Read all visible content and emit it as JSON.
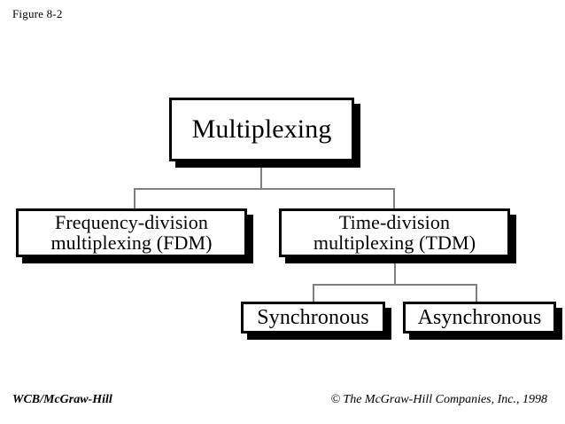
{
  "figure": {
    "label": "Figure 8-2"
  },
  "diagram": {
    "type": "hierarchy-tree",
    "nodes": {
      "root": "Multiplexing",
      "fdm": "Frequency-division\nmultiplexing (FDM)",
      "tdm": "Time-division\nmultiplexing (TDM)",
      "sync": "Synchronous",
      "async": "Asynchronous"
    },
    "edges": [
      {
        "from": "root",
        "to": "fdm"
      },
      {
        "from": "root",
        "to": "tdm"
      },
      {
        "from": "tdm",
        "to": "sync"
      },
      {
        "from": "tdm",
        "to": "async"
      }
    ],
    "colors": {
      "box_fill": "#ffffff",
      "box_border": "#000000",
      "box_shadow": "#000000",
      "connector": "#808080",
      "background": "#ffffff",
      "text": "#000000"
    }
  },
  "footer": {
    "publisher": "WCB/McGraw-Hill",
    "copyright_mark": "©",
    "copyright": "The McGraw-Hill Companies, Inc., 1998"
  }
}
